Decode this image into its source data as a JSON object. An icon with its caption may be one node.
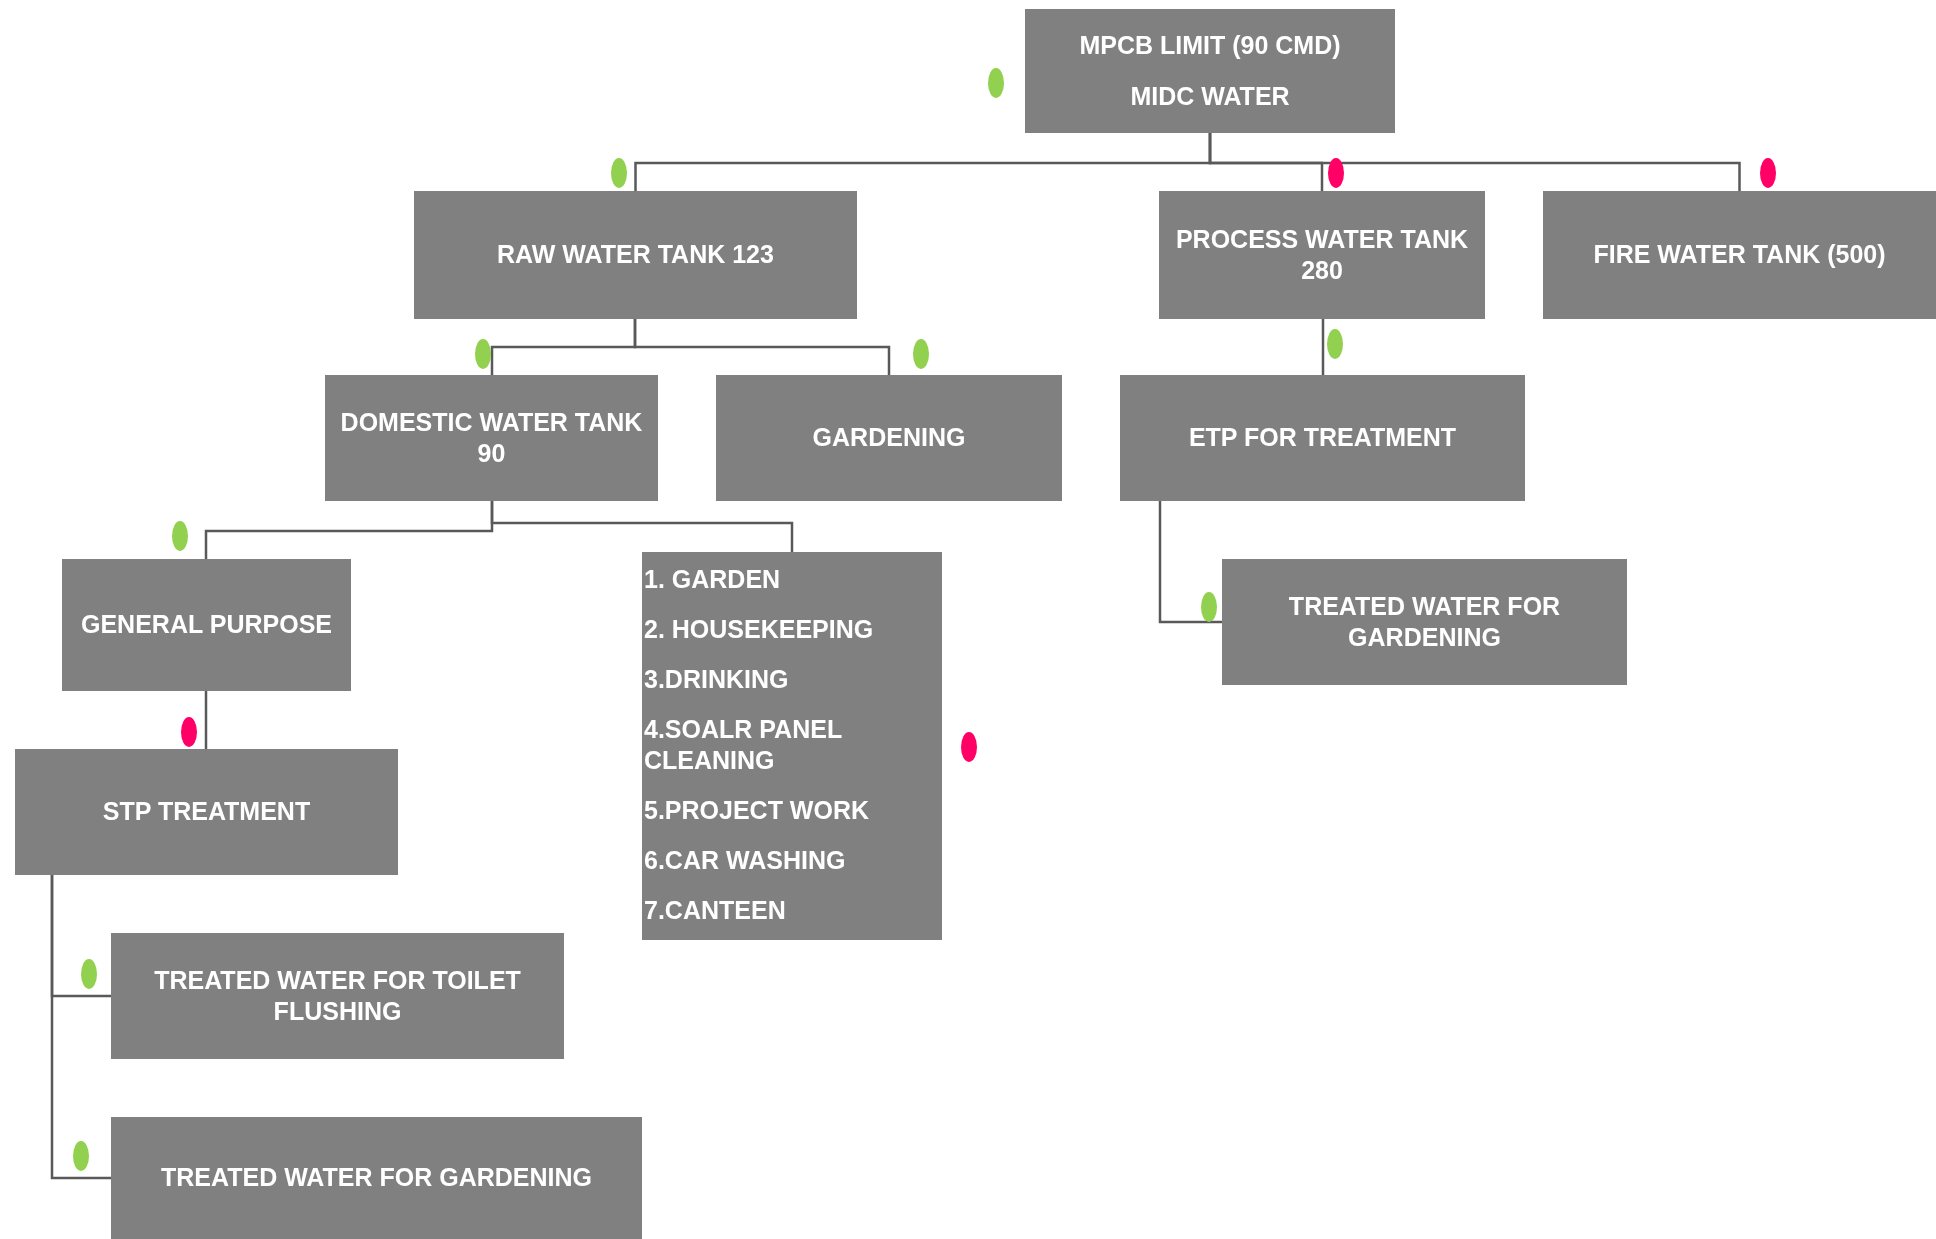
{
  "diagram": {
    "nodes": [
      {
        "text": [
          "MPCB LIMIT (90 CMD)",
          "MIDC WATER"
        ]
      },
      {
        "text": [
          "RAW WATER TANK 123"
        ]
      },
      {
        "text": [
          "PROCESS WATER TANK 280"
        ]
      },
      {
        "text": [
          "FIRE WATER TANK (500)"
        ]
      },
      {
        "text": [
          "DOMESTIC WATER TANK 90"
        ]
      },
      {
        "text": [
          "GARDENING"
        ]
      },
      {
        "text": [
          "ETP FOR TREATMENT"
        ]
      },
      {
        "text": [
          "GENERAL PURPOSE"
        ]
      },
      {
        "text": [
          "1. GARDEN",
          "2. HOUSEKEEPING",
          "3.DRINKING",
          "4.SOALR PANEL CLEANING",
          "5.PROJECT WORK",
          "6.CAR WASHING",
          "7.CANTEEN"
        ]
      },
      {
        "text": [
          "STP  TREATMENT"
        ]
      },
      {
        "text": [
          "TREATED WATER FOR TOILET FLUSHING"
        ]
      },
      {
        "text": [
          "TREATED WATER FOR GARDENING"
        ]
      },
      {
        "text": [
          "TREATED WATER FOR GARDENING"
        ]
      }
    ],
    "edges": [
      {
        "from": 0,
        "to": 1,
        "arrow": "none"
      },
      {
        "from": 0,
        "to": 2,
        "arrow": "none"
      },
      {
        "from": 0,
        "to": 3,
        "arrow": "none"
      },
      {
        "from": 1,
        "to": 4,
        "arrow": "none"
      },
      {
        "from": 1,
        "to": 5,
        "arrow": "none"
      },
      {
        "from": 2,
        "to": 6,
        "arrow": "none"
      },
      {
        "from": 4,
        "to": 7,
        "arrow": "none"
      },
      {
        "from": 4,
        "to": 8,
        "arrow": "none"
      },
      {
        "from": 7,
        "to": 9,
        "arrow": "none"
      },
      {
        "from": 9,
        "to": 10,
        "arrow": "none"
      },
      {
        "from": 9,
        "to": 11,
        "arrow": "none"
      },
      {
        "from": 6,
        "to": 12,
        "arrow": "none"
      }
    ]
  }
}
